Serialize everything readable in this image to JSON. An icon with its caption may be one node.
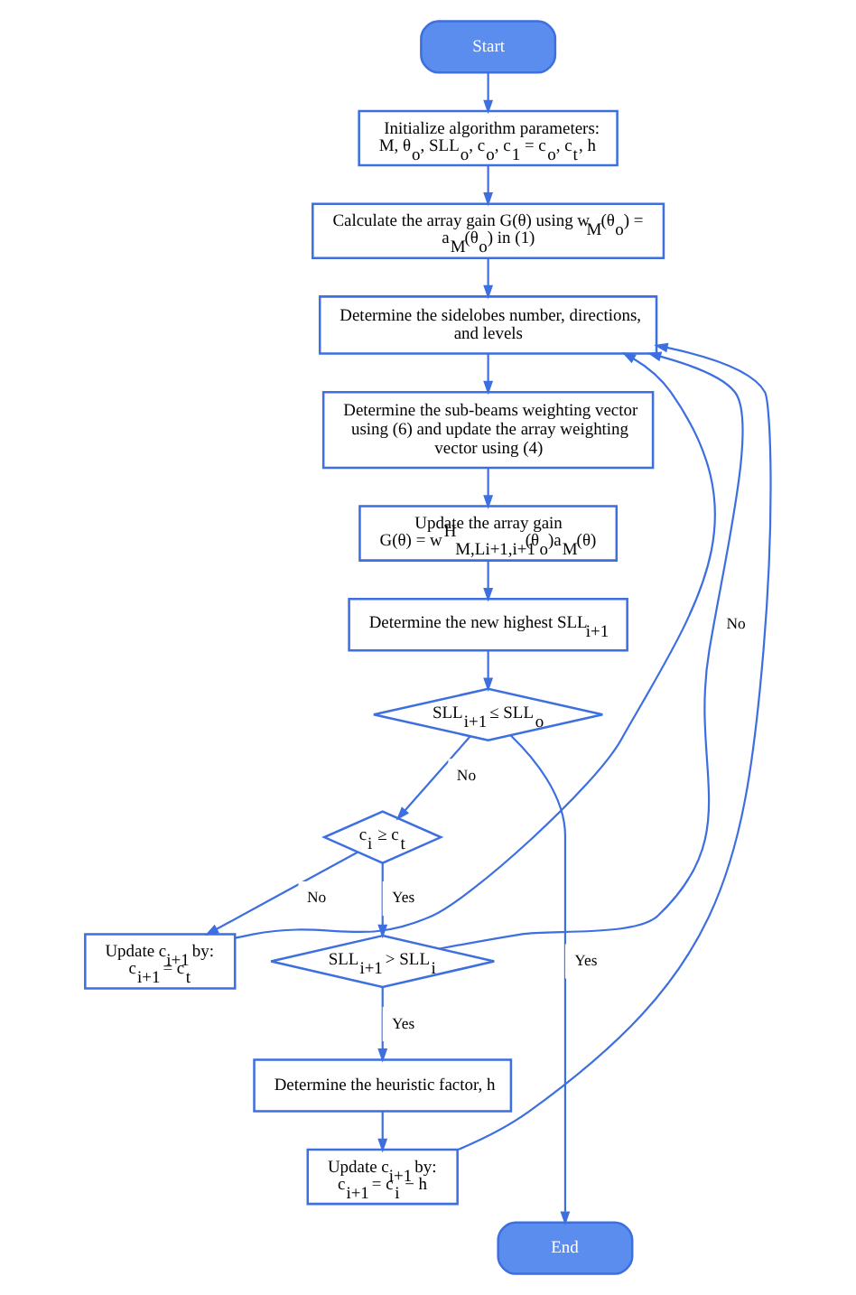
{
  "diagram": {
    "nodes": [
      {
        "text": [
          "Start"
        ]
      },
      {
        "text": [
          "Initialize algorithm parameters:",
          "M, θ$_{o}$, SLL$_{o}$, c$_{o}$, c$_{1}$ = c$_{o}$, c$_{t}$, h"
        ]
      },
      {
        "text": [
          "Calculate the array gain G(θ) using w$_{M}$(θ$_{o}$) = a$_{M}$(θ$_{o}$) in (1)"
        ]
      },
      {
        "text": [
          "Determine the sidelobes number, directions, and levels"
        ]
      },
      {
        "text": [
          "Determine the sub-beams weighting vector using (6) and update the array weighting vector using (4)"
        ]
      },
      {
        "text": [
          "Update the array gain",
          "G(θ) = w$^{H}$$_{M,Li+1,i+1}$(θ$_{o}$)a$_{M}$(θ)"
        ]
      },
      {
        "text": [
          "Determine the new highest SLL$_{i+1}$"
        ]
      },
      {
        "text": [
          "SLL$_{i+1}$ ≤ SLL$_{o}$"
        ]
      },
      {
        "text": [
          "c$_{i}$ ≥ c$_{t}$"
        ]
      },
      {
        "text": [
          "Update c$_{i+1}$ by:",
          "c$_{i+1}$ = c$_{t}$"
        ]
      },
      {
        "text": [
          "SLL$_{i+1}$ > SLL$_{i}$"
        ]
      },
      {
        "text": [
          "Determine the heuristic factor, h"
        ]
      },
      {
        "text": [
          "Update c$_{i+1}$ by:",
          "c$_{i+1}$ = c$_{i}$ − h"
        ]
      },
      {
        "text": [
          "End"
        ]
      }
    ],
    "edges": [
      {
        "from": 0,
        "to": 1,
        "arrow": "to"
      },
      {
        "from": 1,
        "to": 2,
        "arrow": "to"
      },
      {
        "from": 2,
        "to": 3,
        "arrow": "to"
      },
      {
        "from": 3,
        "to": 4,
        "arrow": "to"
      },
      {
        "from": 4,
        "to": 5,
        "arrow": "to"
      },
      {
        "from": 5,
        "to": 6,
        "arrow": "to"
      },
      {
        "from": 6,
        "to": 7,
        "arrow": "to"
      },
      {
        "from": 7,
        "to": 13,
        "arrow": "to",
        "label": "Yes"
      },
      {
        "from": 7,
        "to": 8,
        "arrow": "to",
        "label": "No"
      },
      {
        "from": 8,
        "to": 9,
        "arrow": "to",
        "label": "No"
      },
      {
        "from": 8,
        "to": 10,
        "arrow": "to",
        "label": "Yes"
      },
      {
        "from": 10,
        "to": 11,
        "arrow": "to",
        "label": "Yes"
      },
      {
        "from": 10,
        "to": 3,
        "arrow": "to",
        "label": "No"
      },
      {
        "from": 11,
        "to": 12,
        "arrow": "to"
      },
      {
        "from": 12,
        "to": 3,
        "arrow": "to"
      },
      {
        "from": 9,
        "to": 3,
        "arrow": "to"
      }
    ]
  }
}
